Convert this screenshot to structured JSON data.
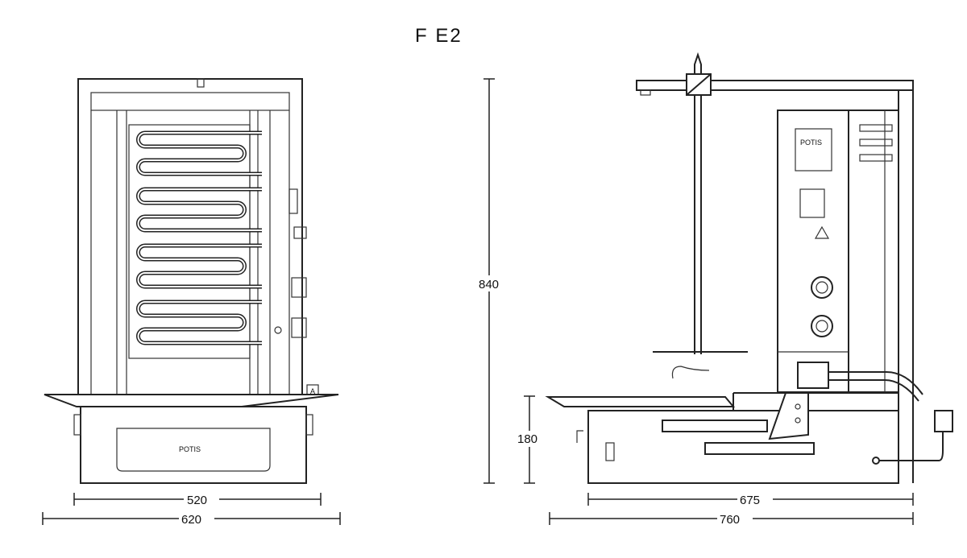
{
  "title": "F E2",
  "front_view": {
    "brand_label": "POTIS",
    "marker": "A",
    "dimensions": {
      "inner_width": "520",
      "outer_width": "620"
    }
  },
  "side_view": {
    "brand_label": "POTIS",
    "dimensions": {
      "height": "840",
      "base_height": "180",
      "base_depth": "675",
      "total_depth": "760"
    }
  },
  "colors": {
    "line": "#222222",
    "background": "#ffffff"
  }
}
